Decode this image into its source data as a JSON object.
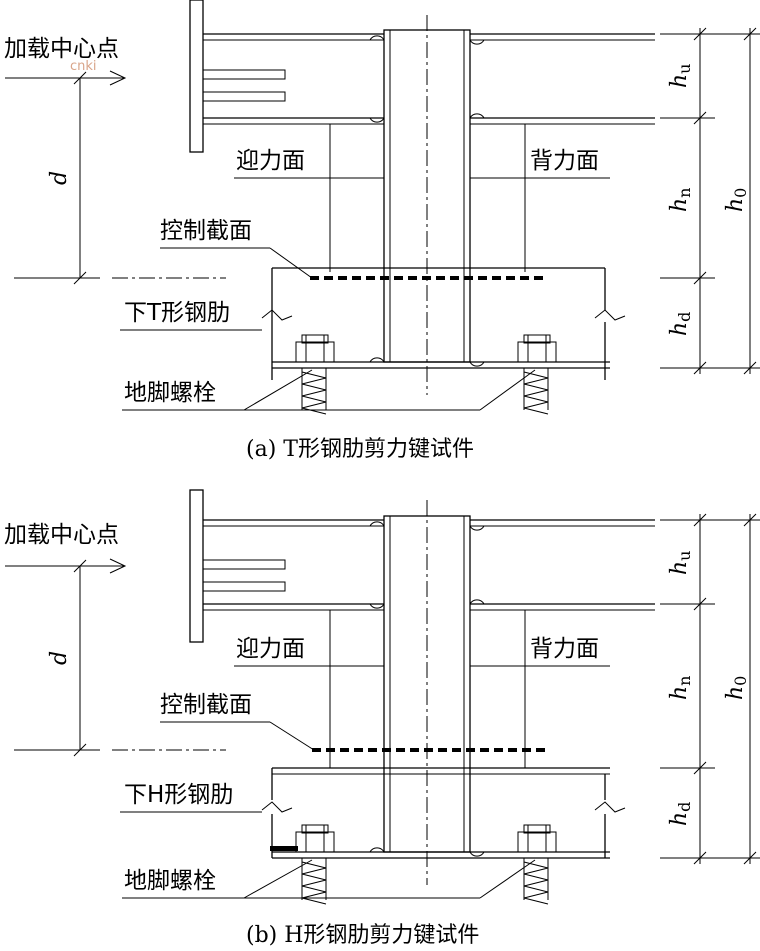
{
  "watermark": "cnki",
  "panel_a": {
    "load_center": "加载中心点",
    "front_face": "迎力面",
    "back_face": "背力面",
    "control_section": "控制截面",
    "lower_rib": "下T形钢肋",
    "anchor_bolt": "地脚螺栓",
    "caption": "(a) T形钢肋剪力键试件",
    "dim_d": "d",
    "dim_hu": "h",
    "dim_hu_sub": "u",
    "dim_hn": "h",
    "dim_hn_sub": "n",
    "dim_hd": "h",
    "dim_hd_sub": "d",
    "dim_h0": "h",
    "dim_h0_sub": "0"
  },
  "panel_b": {
    "load_center": "加载中心点",
    "front_face": "迎力面",
    "back_face": "背力面",
    "control_section": "控制截面",
    "lower_rib": "下H形钢肋",
    "anchor_bolt": "地脚螺栓",
    "caption": "(b) H形钢肋剪力键试件",
    "dim_d": "d",
    "dim_hu": "h",
    "dim_hu_sub": "u",
    "dim_hn": "h",
    "dim_hn_sub": "n",
    "dim_hd": "h",
    "dim_hd_sub": "d",
    "dim_h0": "h",
    "dim_h0_sub": "0"
  }
}
